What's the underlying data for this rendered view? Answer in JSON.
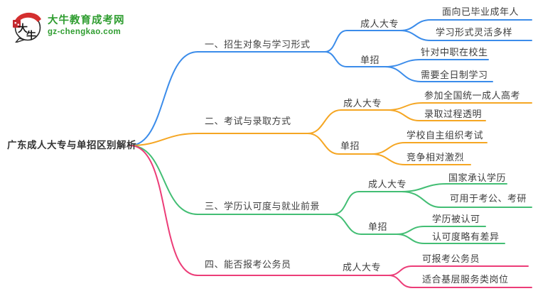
{
  "logo": {
    "site_name": "大牛教育成考网",
    "site_domain": "gz-chengkao.com",
    "seal_chars": [
      "大",
      "牛"
    ],
    "brand_color": "#2F9D30",
    "seal_red": "#D42F2F"
  },
  "central_topic": "广东成人大专与单招区别解析",
  "palette": {
    "branch_1_blue": "#3B8CEA",
    "branch_2_orange": "#F5A623",
    "branch_3_green": "#43BE74",
    "branch_4_pink": "#EC3D78",
    "text_color": "#3D3D3D"
  },
  "branches": [
    {
      "label": "一、招生对象与学习形式",
      "color": "#3B8CEA",
      "children": [
        {
          "label": "成人大专",
          "leaves": [
            "面向已毕业成年人",
            "学习形式灵活多样"
          ]
        },
        {
          "label": "单招",
          "leaves": [
            "针对中职在校生",
            "需要全日制学习"
          ]
        }
      ]
    },
    {
      "label": "二、考试与录取方式",
      "color": "#F5A623",
      "children": [
        {
          "label": "成人大专",
          "leaves": [
            "参加全国统一成人高考",
            "录取过程透明"
          ]
        },
        {
          "label": "单招",
          "leaves": [
            "学校自主组织考试",
            "竞争相对激烈"
          ]
        }
      ]
    },
    {
      "label": "三、学历认可度与就业前景",
      "color": "#43BE74",
      "children": [
        {
          "label": "成人大专",
          "leaves": [
            "国家承认学历",
            "可用于考公、考研"
          ]
        },
        {
          "label": "单招",
          "leaves": [
            "学历被认可",
            "认可度略有差异"
          ]
        }
      ]
    },
    {
      "label": "四、能否报考公务员",
      "color": "#EC3D78",
      "children": [
        {
          "label": "成人大专",
          "leaves": [
            "可报考公务员",
            "适合基层服务类岗位"
          ]
        }
      ]
    }
  ]
}
